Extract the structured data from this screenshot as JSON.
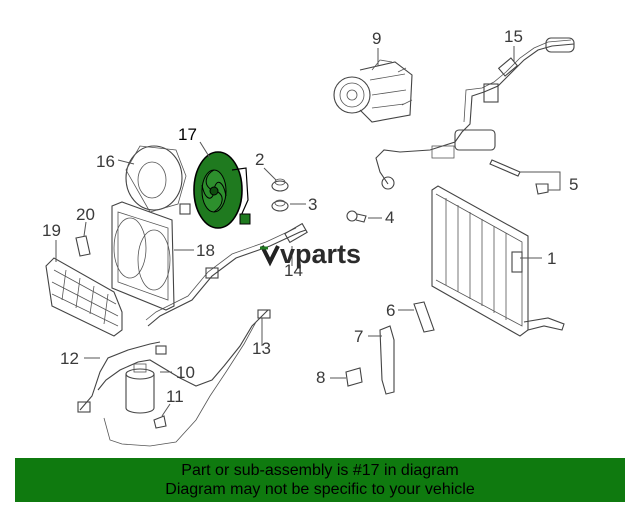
{
  "diagram": {
    "callouts": [
      "1",
      "2",
      "3",
      "4",
      "5",
      "6",
      "7",
      "8",
      "9",
      "10",
      "11",
      "12",
      "13",
      "14",
      "15",
      "16",
      "17",
      "18",
      "19",
      "20"
    ],
    "highlighted_part": "17",
    "highlight_color": "#1f7a1f"
  },
  "watermark": {
    "text": "vparts"
  },
  "banner": {
    "line1": "Part or sub-assembly is #17 in diagram",
    "line2": "Diagram may not be specific to your vehicle",
    "background": "#0f7a0f"
  }
}
